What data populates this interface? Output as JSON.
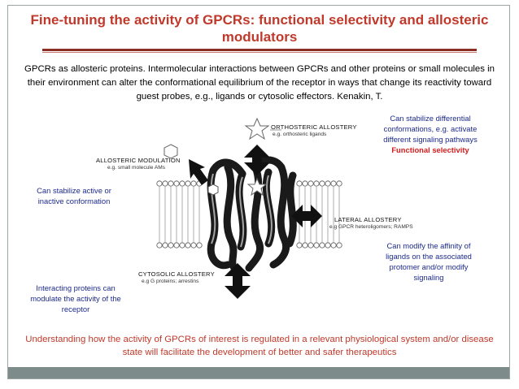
{
  "slide": {
    "title": "Fine-tuning the activity of GPCRs: functional selectivity and allosteric modulators",
    "intro": "GPCRs as allosteric proteins. Intermolecular interactions between GPCRs and other proteins or small molecules in their environment can alter the conformational equilibrium of the receptor in ways that change its reactivity toward guest probes, e.g., ligands or cytosolic effectors. Kenakin, T.",
    "conclusion": "Understanding how the activity of GPCRs of interest is regulated in a relevant physiological system and/or disease state will facilitate the development of better and safer therapeutics"
  },
  "notes": {
    "differential": "Can stabilize differential conformations, e.g. activate different signaling pathways",
    "functional_selectivity": "Functional selectivity",
    "active_inactive": "Can stabilize active or inactive conformation",
    "affinity": "Can modify the affinity of ligands on the associated protomer and/or modify signaling",
    "interacting": "Interacting proteins can modulate the activity of the receptor"
  },
  "diagram": {
    "orthosteric": {
      "main": "ORTHOSTERIC ALLOSTERY",
      "sub": "e.g. orthosteric ligands"
    },
    "allosteric_modulation": {
      "main": "ALLOSTERIC MODULATION",
      "sub": "e.g. small molecule AMs"
    },
    "lateral": {
      "main": "LATERAL ALLOSTERY",
      "sub": "e.g GPCR heteroligomers; RAMPS"
    },
    "cytosolic": {
      "main": "CYTOSOLIC ALLOSTERY",
      "sub": "e.g G proteins; arrestins"
    }
  },
  "colors": {
    "title": "#c0392b",
    "note_text": "#1c2a8a",
    "highlight": "#d41c1c",
    "frame": "#9aa5a5",
    "strip": "#7d8c8a"
  }
}
